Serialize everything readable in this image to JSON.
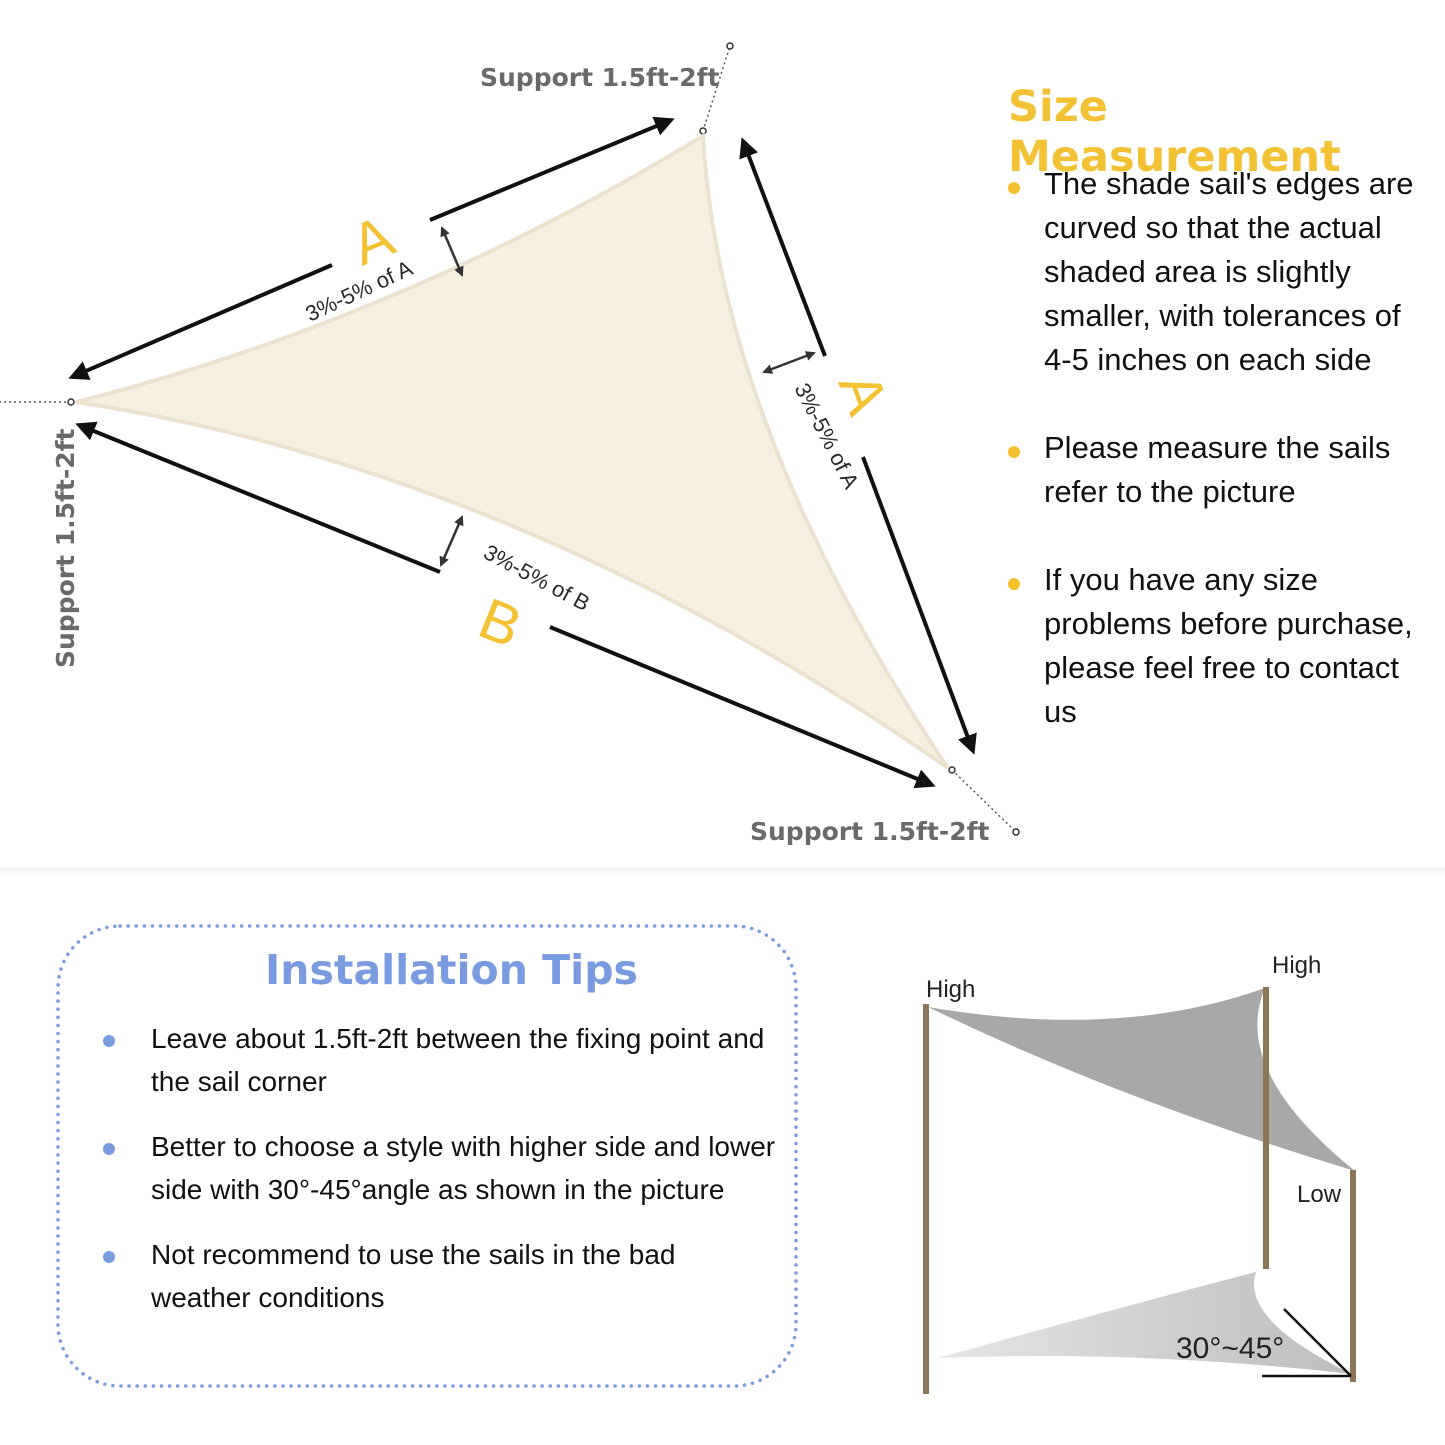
{
  "diagram": {
    "support_labels": {
      "top": "Support 1.5ft-2ft",
      "left": "Support 1.5ft-2ft",
      "bottom": "Support 1.5ft-2ft"
    },
    "letters": {
      "top_left": "A",
      "right": "A",
      "bottom": "B"
    },
    "tolerances": {
      "top_left": "3%-5% of A",
      "right": "3%-5% of A",
      "bottom": "3%-5% of B"
    },
    "colors": {
      "sail": "#f6f0e1",
      "accent_yellow": "#f3c234",
      "accent_blue": "#7a9be0",
      "pole": "#8c7556",
      "gray_sail": "#a8a8a8"
    }
  },
  "size_measurement": {
    "title": "Size Measurement",
    "items": [
      "The shade sail's edges are curved so that the actual shaded area is slightly smaller, with tolerances of 4-5 inches on each side",
      "Please measure the sails refer to the picture",
      "If you have any size problems before purchase, please feel free to contact us"
    ]
  },
  "installation_tips": {
    "title": "Installation Tips",
    "items": [
      "Leave about 1.5ft-2ft between the fixing point and the sail corner",
      "Better to choose a style with higher side and lower side with 30°-45°angle as shown in the picture",
      "Not recommend to use the sails in the bad weather conditions"
    ]
  },
  "install_illustration": {
    "left_pole": "High",
    "middle_pole": "High",
    "right_pole": "Low",
    "angle": "30°~45°"
  }
}
